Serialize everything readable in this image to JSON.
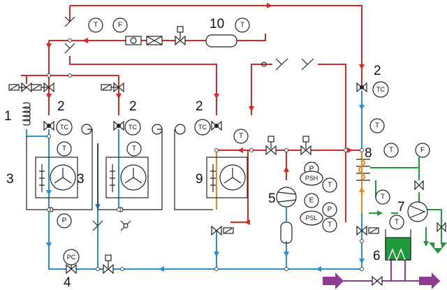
{
  "labels": {
    "n1": "1",
    "n2a": "2",
    "n2b": "2",
    "n2c": "2",
    "n2d": "2",
    "n3a": "3",
    "n3b": "3",
    "n4": "4",
    "n5": "5",
    "n6": "6",
    "n7": "7",
    "n8": "8",
    "n9": "9",
    "n10": "10"
  },
  "gauges": {
    "T": "T",
    "F": "F",
    "P": "P",
    "TC": "TC",
    "PC": "PC",
    "PSH": "PSH",
    "PSL": "PSL",
    "E": "E"
  },
  "colors": {
    "hot_line": "#d42a26",
    "cold_line": "#2b8fd6",
    "orange_line": "#ef8a1a",
    "green_line": "#1f9a3a",
    "purple_line": "#8e3b91"
  }
}
